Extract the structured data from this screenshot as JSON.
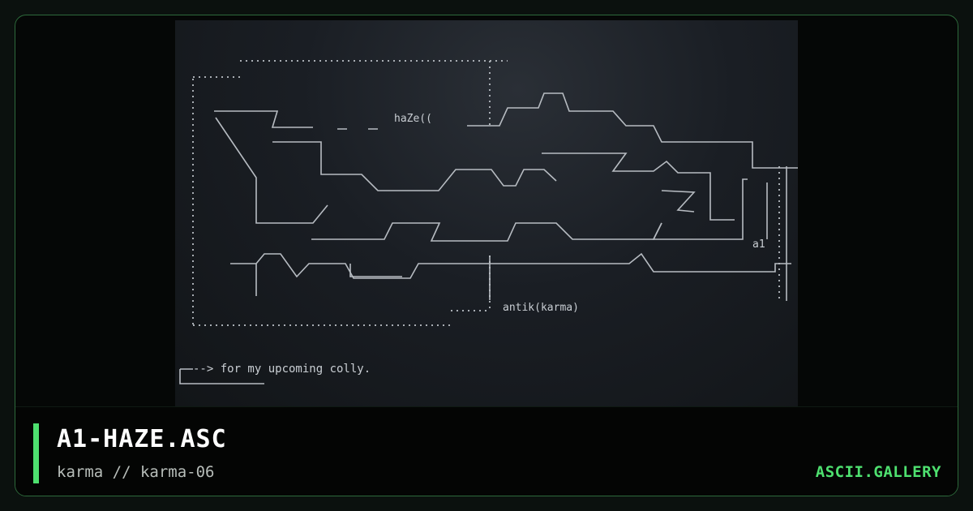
{
  "artwork": {
    "tag_name": "haZe((",
    "tag_signature": "a1",
    "tag_credit": "antik(karma)",
    "tag_note": "--> for my upcoming colly."
  },
  "footer": {
    "title": "A1-HAZE.ASC",
    "subtitle": "karma // karma-06",
    "brand": "ASCII.GALLERY"
  },
  "colors": {
    "accent": "#4ee06f",
    "frame_border": "#2d6a3b",
    "background": "#050706"
  }
}
